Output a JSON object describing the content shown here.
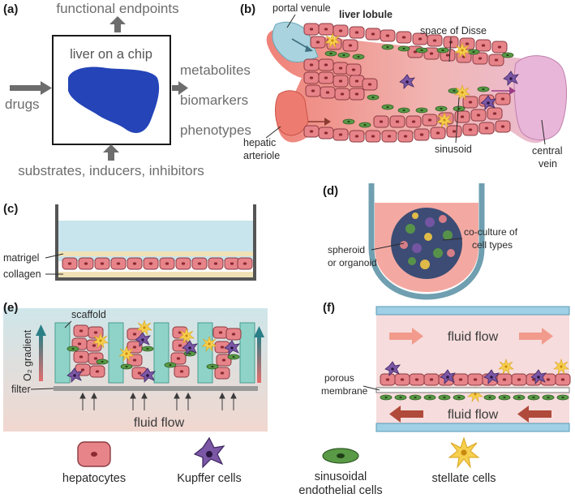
{
  "panels": {
    "a": {
      "label": "(a)",
      "inputs_top": "functional endpoints",
      "input_left": "drugs",
      "chip_title": "liver on a chip",
      "outputs": [
        "metabolites",
        "biomarkers",
        "phenotypes"
      ],
      "inputs_bottom": "substrates, inducers, inhibitors"
    },
    "b": {
      "label": "(b)",
      "title": "liver lobule",
      "portal_venule": "portal venule",
      "space_of_disse": "space of Disse",
      "hepatic_arteriole": [
        "hepatic",
        "arteriole"
      ],
      "sinusoid": "sinusoid",
      "central_vein": [
        "central",
        "vein"
      ]
    },
    "c": {
      "label": "(c)",
      "matrigel": "matrigel",
      "collagen": "collagen"
    },
    "d": {
      "label": "(d)",
      "coculture": [
        "co-culture of",
        "cell types"
      ],
      "spheroid": [
        "spheroid",
        "or organoid"
      ]
    },
    "e": {
      "label": "(e)",
      "scaffold": "scaffold",
      "o2_gradient": "O₂ gradient",
      "filter": "filter",
      "fluid_flow": "fluid flow"
    },
    "f": {
      "label": "(f)",
      "fluid_flow_top": "fluid flow",
      "porous_membrane": [
        "porous",
        "membrane"
      ],
      "fluid_flow_bottom": "fluid flow"
    }
  },
  "legend": {
    "hepatocytes": "hepatocytes",
    "kupffer": "Kupffer cells",
    "sinusoidal": [
      "sinusoidal",
      "endothelial cells"
    ],
    "stellate": "stellate cells"
  },
  "colors": {
    "hepatocyte_fill": "#e7848a",
    "hepatocyte_stroke": "#8a3a40",
    "kupffer": "#7b57a6",
    "endothelial": "#4d8a3c",
    "stellate": "#f2c744",
    "liver_blue": "#2444b8",
    "medium_blue": "#cfe6ef",
    "scaffold_teal": "#8fd3c8",
    "gray_arrow": "#6d6d6d"
  }
}
